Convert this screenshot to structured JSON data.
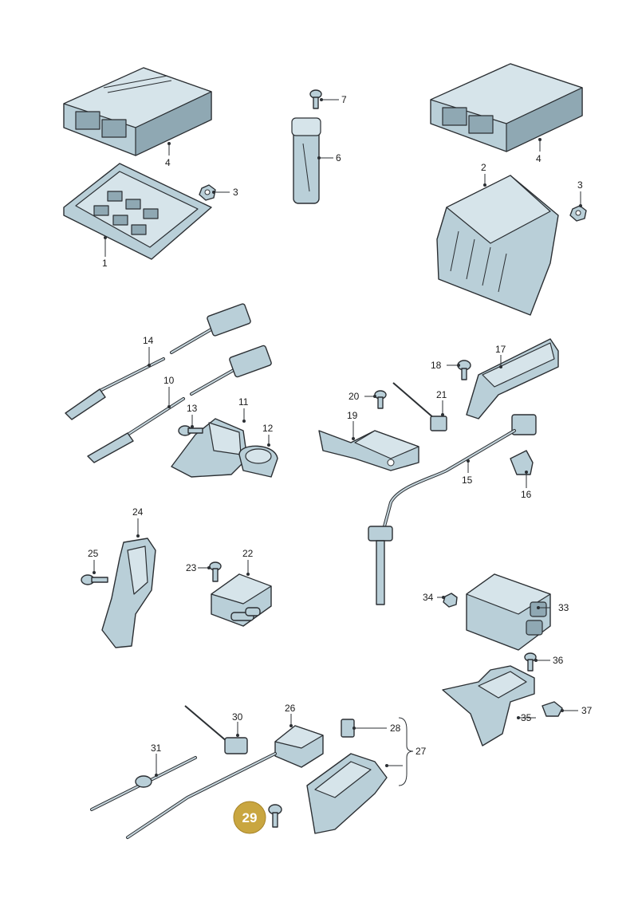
{
  "callouts": {
    "n1": "1",
    "n2": "2",
    "n3a": "3",
    "n3b": "3",
    "n4a": "4",
    "n4b": "4",
    "n6": "6",
    "n7": "7",
    "n10": "10",
    "n11": "11",
    "n12": "12",
    "n13": "13",
    "n14": "14",
    "n15": "15",
    "n16": "16",
    "n17": "17",
    "n18": "18",
    "n19": "19",
    "n20": "20",
    "n21": "21",
    "n22": "22",
    "n23": "23",
    "n24": "24",
    "n25": "25",
    "n26": "26",
    "n27": "27",
    "n28": "28",
    "n29": "29",
    "n30": "30",
    "n31": "31",
    "n33": "33",
    "n34": "34",
    "n35": "35",
    "n36": "36",
    "n37": "37"
  },
  "highlight": {
    "part": "29",
    "color": "#c9a640"
  },
  "colors": {
    "part": "#b9cfd8",
    "outline": "#2b2f33"
  }
}
